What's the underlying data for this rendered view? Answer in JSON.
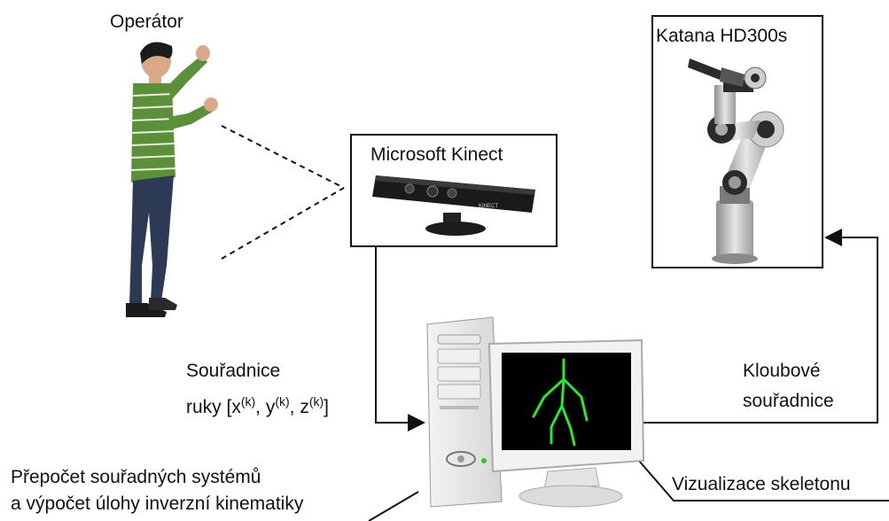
{
  "operator_label": "Operátor",
  "kinect_label": "Microsoft Kinect",
  "kinect_device_text": "KINECT",
  "robot_label": "Katana HD300s",
  "hand_coords": {
    "line1": "Souřadnice",
    "line2_prefix": "ruky [x",
    "sup": "(k)",
    "sep1": ", y",
    "sep2": ", z",
    "suffix": "]"
  },
  "joint_coords": {
    "line1": "Kloubové",
    "line2": "souřadnice"
  },
  "transform_note": {
    "line1": "Přepočet souřadných systémů",
    "line2": "a výpočet úlohy inverzní kinematiky"
  },
  "visualization_label": "Vizualizace skeletonu",
  "colors": {
    "line": "#111111",
    "skeleton": "#2ee62e",
    "screen": "#000000",
    "shirt": "#5b8f3a",
    "jeans": "#2d3a55",
    "robot_metal": "#b9b9b9"
  }
}
